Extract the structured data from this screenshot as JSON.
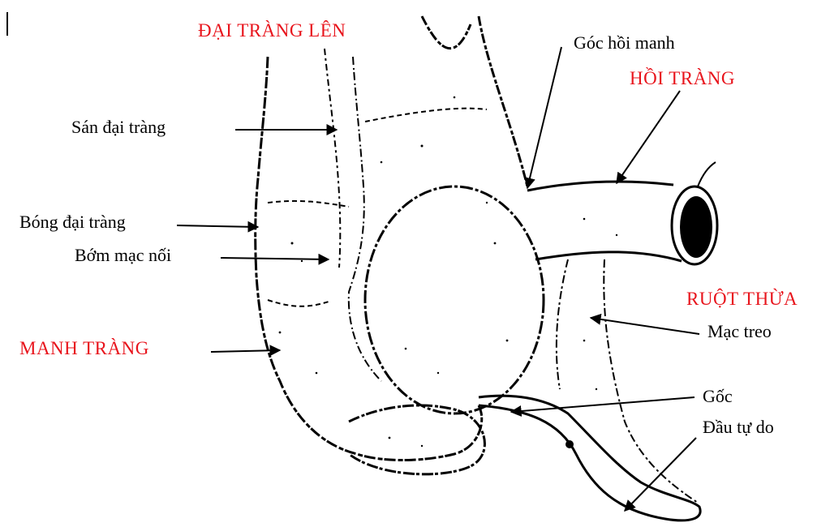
{
  "colors": {
    "heading": "#e8141c",
    "ink": "#000000",
    "background": "#ffffff"
  },
  "headings": {
    "ascending_colon": "ĐẠI TRÀNG LÊN",
    "ileum": "HỒI TRÀNG",
    "appendix": "RUỘT THỪA",
    "cecum": "MANH TRÀNG"
  },
  "labels": {
    "ileocecal_angle": "Góc hồi manh",
    "colic_band": "Sán đại tràng",
    "colic_haustra": "Bóng đại tràng",
    "epiploic_appendix": "Bớm mạc nối",
    "mesentery": "Mạc treo",
    "base": "Gốc",
    "free_end": "Đầu tự do"
  }
}
